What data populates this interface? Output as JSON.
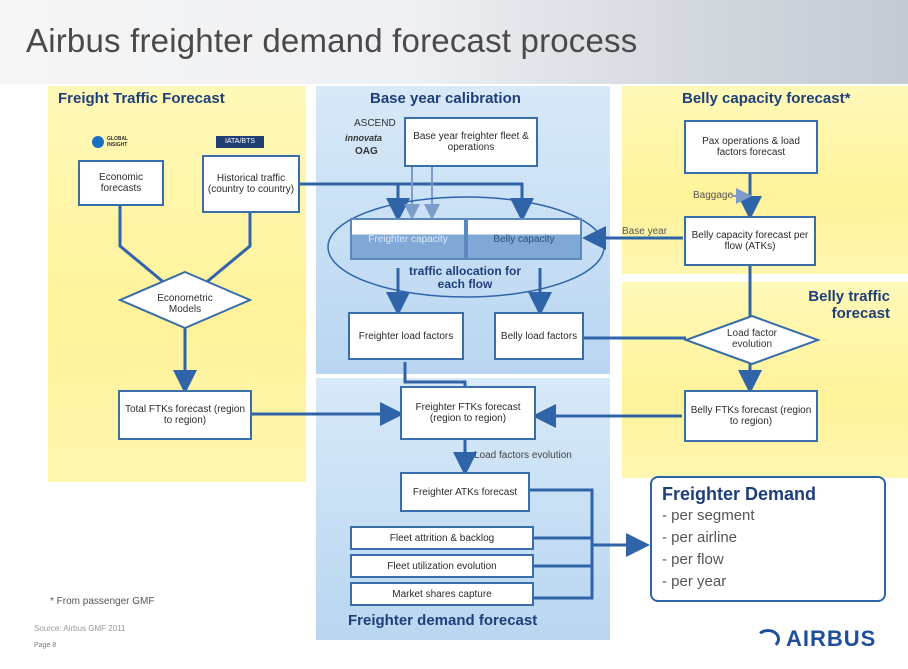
{
  "title": "Airbus freighter demand forecast process",
  "sections": {
    "freight_traffic": "Freight Traffic  Forecast",
    "base_year": "Base year calibration",
    "belly_capacity": "Belly capacity forecast*",
    "belly_traffic": "Belly traffic forecast",
    "freighter_demand_forecast": "Freighter demand forecast"
  },
  "logos": {
    "global_insight": "GLOBAL INSIGHT",
    "source_2": "IATA/BTS",
    "ascend": "ASCEND",
    "innovata": "innovata",
    "oag": "OAG"
  },
  "boxes": {
    "economic_forecasts": "Economic forecasts",
    "historical_traffic": "Historical traffic (country to country)",
    "econometric_models": "Econometric Models",
    "total_ftks": "Total FTKs forecast (region to region)",
    "base_year_fleet": "Base year freighter fleet & operations",
    "freighter_capacity": "Freighter capacity",
    "belly_capacity": "Belly capacity",
    "traffic_allocation": "traffic allocation for each flow",
    "freighter_load_factors": "Freighter load factors",
    "belly_load_factors": "Belly load factors",
    "pax_operations": "Pax operations & load factors forecast",
    "baggage": "Baggage",
    "base_year_label": "Base year",
    "belly_capacity_flow": "Belly capacity forecast per flow (ATKs)",
    "load_factor_evolution": "Load factor evolution",
    "belly_ftks": "Belly FTKs forecast (region to region)",
    "freighter_ftks": "Freighter FTKs forecast (region to region)",
    "load_factors_evolution_label": "Load factors evolution",
    "freighter_atks": "Freighter ATKs forecast",
    "fleet_attrition": "Fleet attrition & backlog",
    "fleet_utilization": "Fleet utilization evolution",
    "market_shares": "Market shares capture"
  },
  "demand": {
    "title": "Freighter Demand",
    "items": [
      "- per segment",
      "- per airline",
      "- per flow",
      "- per year"
    ]
  },
  "footnote": "* From passenger GMF",
  "source": "Source: Airbus GMF 2011",
  "page": "Page 8",
  "brand": "AIRBUS",
  "colors": {
    "arrow": "#2f64a8",
    "box_border": "#3a6ea8",
    "header_text": "#1e3f7a",
    "yellow_panel": "#fff29a",
    "blue_panel": "#b9d6f1"
  }
}
